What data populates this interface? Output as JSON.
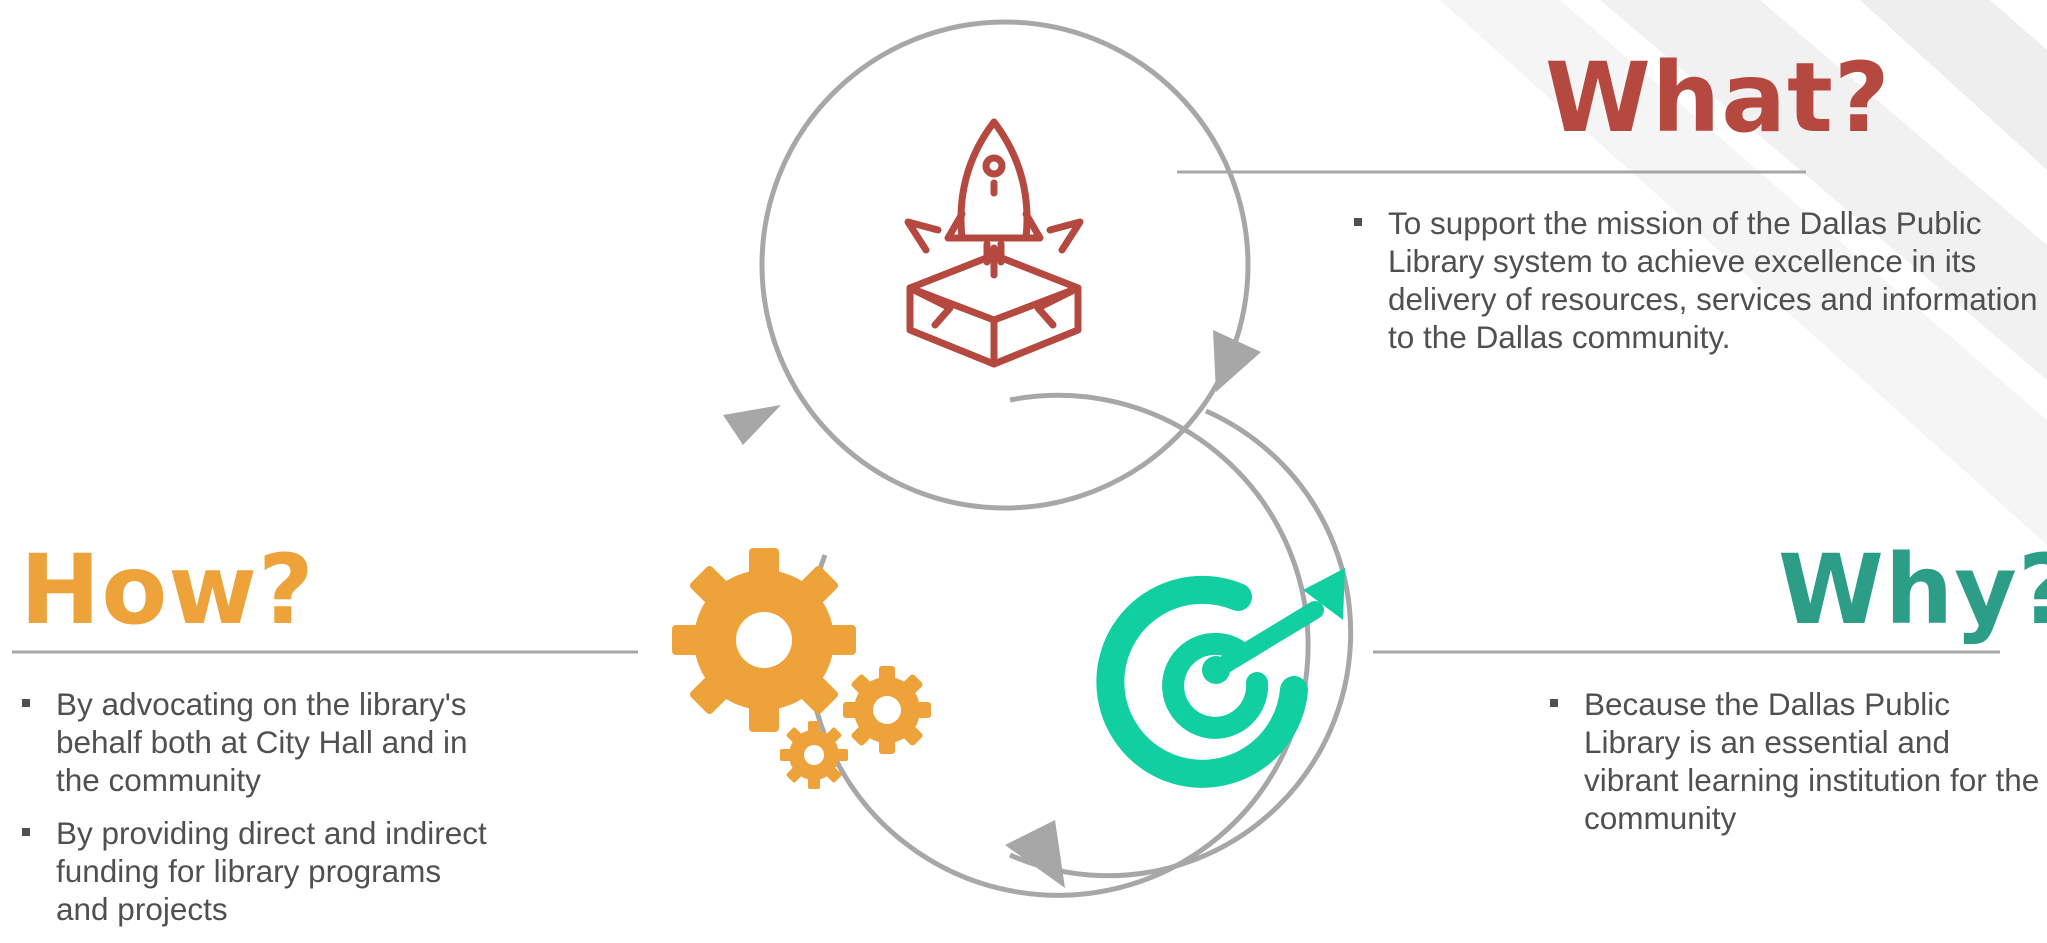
{
  "colors": {
    "what": "#b5483f",
    "how": "#eea23a",
    "why": "#2c9d87",
    "target_icon": "#12cfa2",
    "outline": "#a7a7a7",
    "text": "#505050"
  },
  "sections": {
    "what": {
      "heading": "What?",
      "icon": "rocket-box-icon",
      "bullets": [
        "To support the mission of the Dallas Public Library system to achieve excellence in its delivery of resources, services and information to the Dallas community."
      ]
    },
    "how": {
      "heading": "How?",
      "icon": "gears-icon",
      "bullets": [
        "By advocating on the library's behalf both at City Hall and in the community",
        "By providing direct and indirect funding for library programs and projects"
      ]
    },
    "why": {
      "heading": "Why?",
      "icon": "target-arrow-icon",
      "bullets": [
        "Because the Dallas Public Library is an essential and vibrant learning institution for the community"
      ]
    }
  }
}
